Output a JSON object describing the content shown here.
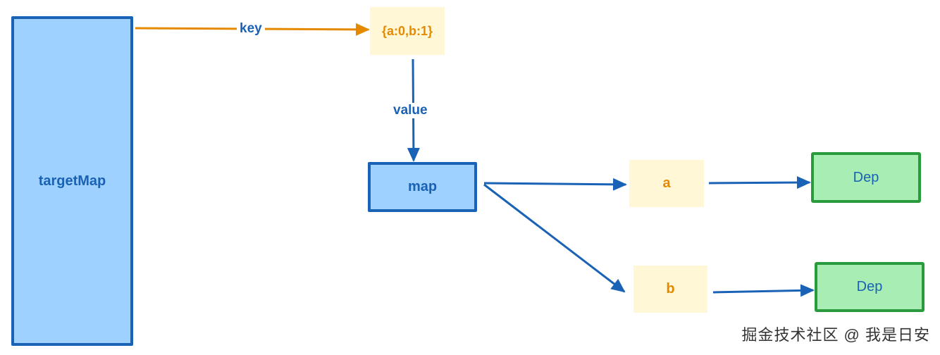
{
  "nodes": {
    "targetMap": "targetMap",
    "key_object": "{a:0,b:1}",
    "map": "map",
    "a": "a",
    "b": "b",
    "dep_a": "Dep",
    "dep_b": "Dep"
  },
  "edges": {
    "key_label": "key",
    "value_label": "value"
  },
  "watermark": "掘金技术社区 @ 我是日安",
  "colors": {
    "blue_fill": "#9fd1ff",
    "blue_stroke": "#1a62b5",
    "yellow_fill": "#fff7d6",
    "orange": "#e58a00",
    "green_fill": "#a8eeb4",
    "green_stroke": "#2a9b3d"
  }
}
